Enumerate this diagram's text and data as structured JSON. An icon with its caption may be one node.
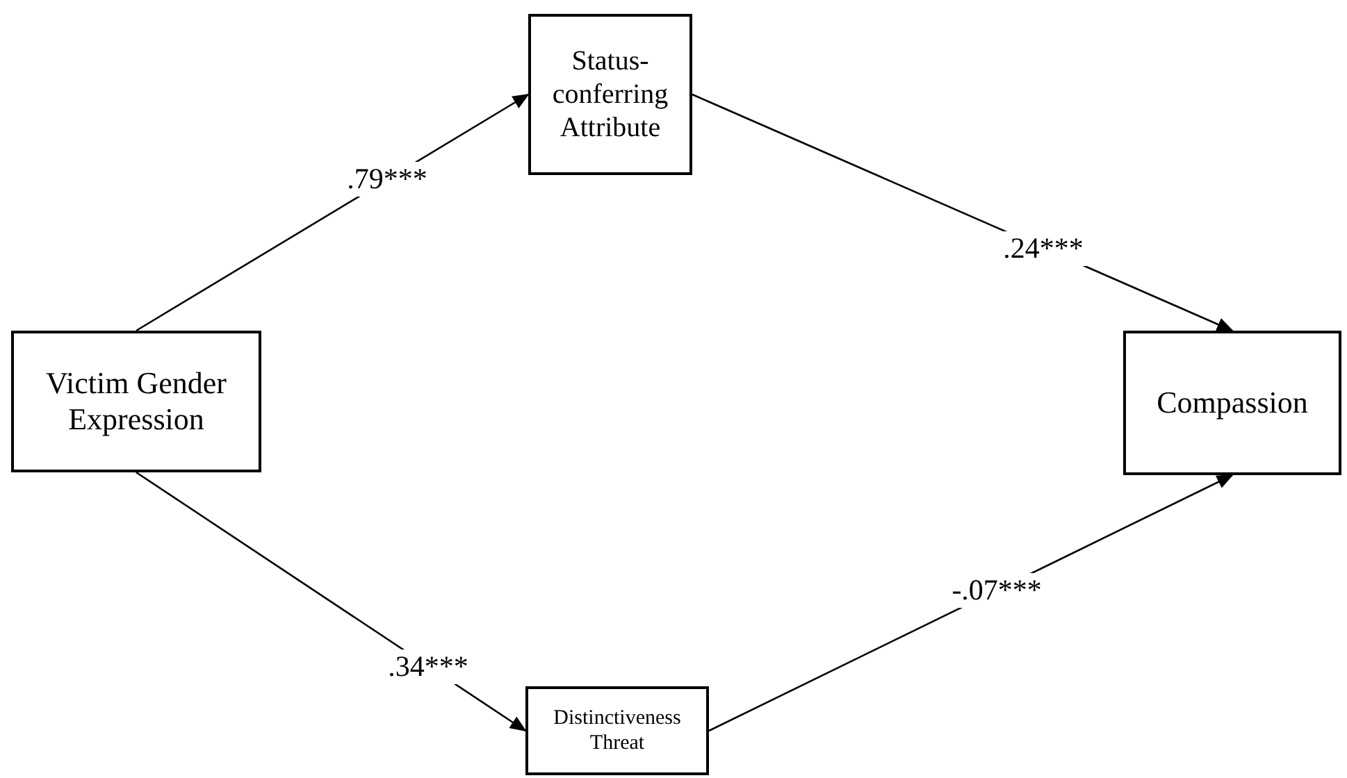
{
  "diagram": {
    "nodes": [
      {
        "text": [
          "Victim Gender Expression"
        ]
      },
      {
        "text": [
          "Status-conferring Attribute"
        ]
      },
      {
        "text": [
          "Compassion"
        ]
      },
      {
        "text": [
          "Distinctiveness Threat"
        ]
      }
    ],
    "edges": [
      {
        "from": 0,
        "to": 1,
        "arrow": "to",
        "label": ".79***"
      },
      {
        "from": 1,
        "to": 2,
        "arrow": "to",
        "label": ".24***"
      },
      {
        "from": 0,
        "to": 3,
        "arrow": "to",
        "label": ".34***"
      },
      {
        "from": 3,
        "to": 2,
        "arrow": "to",
        "label": "-.07***"
      }
    ]
  }
}
